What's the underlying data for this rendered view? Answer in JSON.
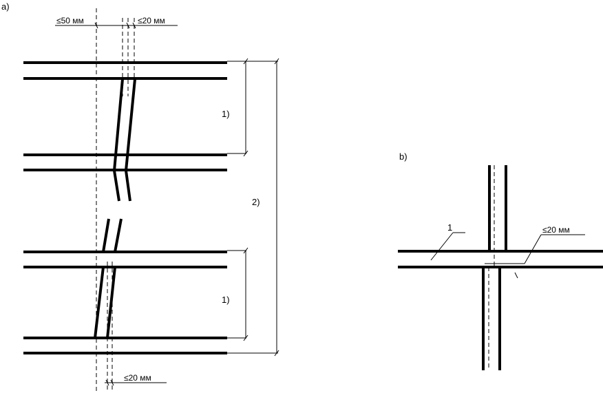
{
  "diagram": {
    "part_a_label": "a)",
    "part_b_label": "b)",
    "dim_top_left": "≤50 мм",
    "dim_top_right": "≤20 мм",
    "dim_bottom": "≤20 мм",
    "dim_b": "≤20 мм",
    "label_1_upper": "1)",
    "label_1_lower": "1)",
    "label_2": "2)",
    "callout_1": "1"
  }
}
